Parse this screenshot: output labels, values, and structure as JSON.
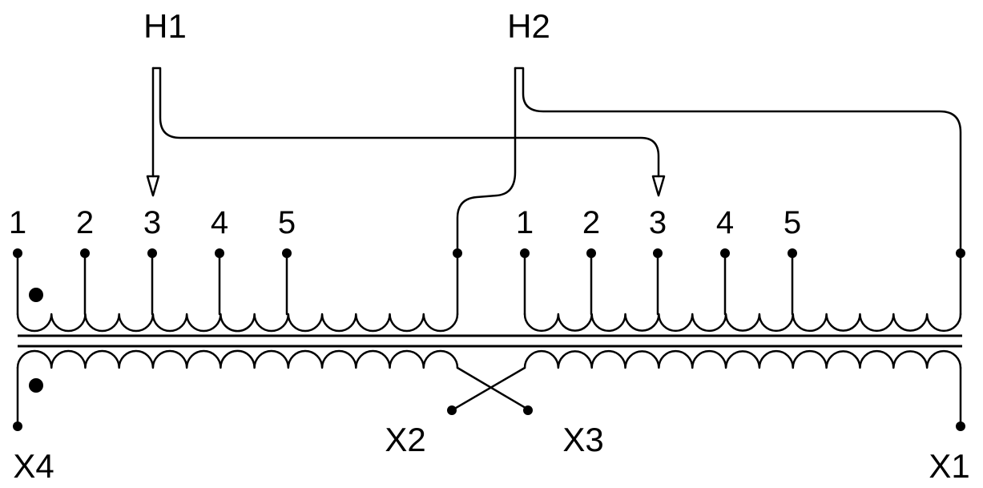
{
  "diagram": {
    "inputs": {
      "h1": "H1",
      "h2": "H2"
    },
    "taps_left": [
      "1",
      "2",
      "3",
      "4",
      "5"
    ],
    "taps_right": [
      "1",
      "2",
      "3",
      "4",
      "5"
    ],
    "outputs": {
      "x1": "X1",
      "x2": "X2",
      "x3": "X3",
      "x4": "X4"
    }
  },
  "colors": {
    "line": "#000000",
    "background": "#ffffff"
  }
}
